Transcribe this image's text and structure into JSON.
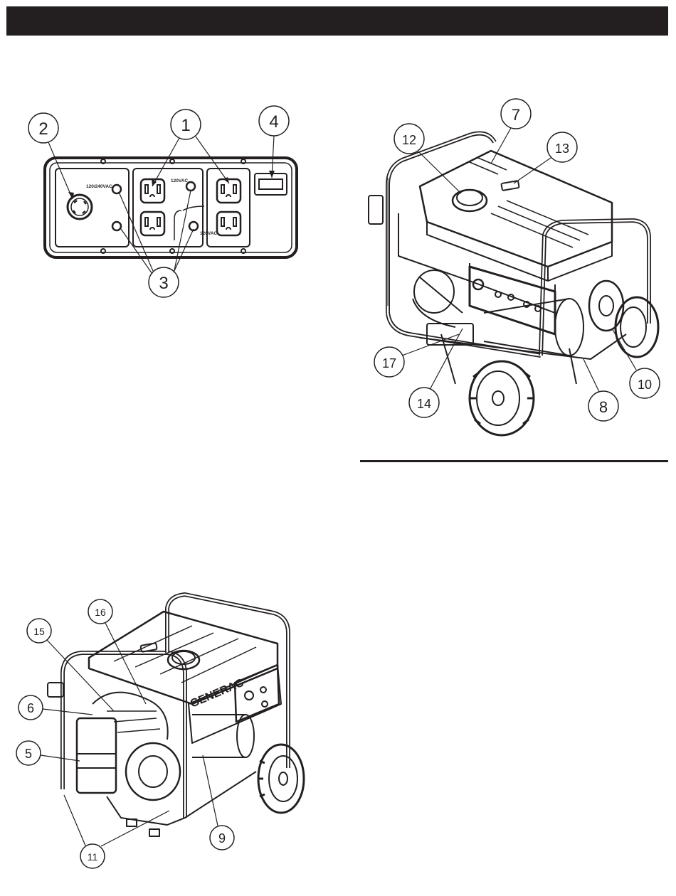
{
  "control_panel": {
    "voltage_240": "120/240VAC",
    "voltage_120_top": "120VAC",
    "voltage_120_bottom": "120VAC",
    "callouts": [
      "1",
      "2",
      "3",
      "4"
    ]
  },
  "generator_front": {
    "callouts": [
      "7",
      "12",
      "13",
      "17",
      "14",
      "8",
      "10"
    ]
  },
  "generator_rear": {
    "brand": "GENERAC",
    "callouts": [
      "16",
      "15",
      "6",
      "5",
      "9",
      "11"
    ]
  }
}
